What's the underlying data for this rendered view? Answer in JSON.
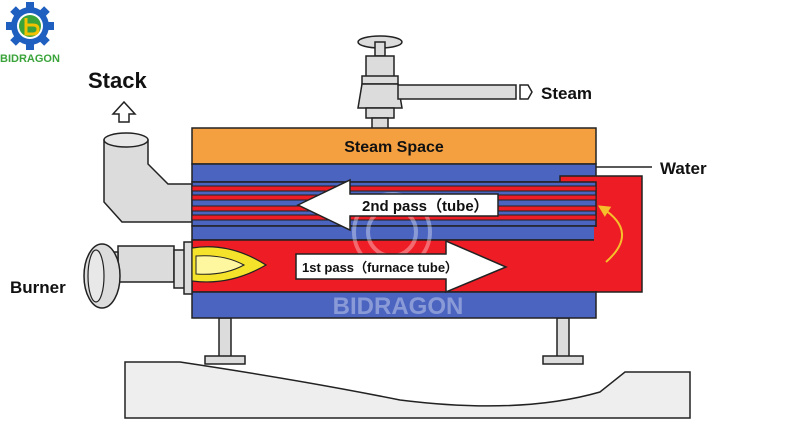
{
  "brand": {
    "name": "BIDRAGON",
    "watermark": "BIDRAGON",
    "logo_icon": "gear-with-b-icon"
  },
  "labels": {
    "stack": "Stack",
    "steam": "Steam",
    "steam_space": "Steam Space",
    "water": "Water",
    "burner": "Burner",
    "second_pass": "2nd pass（tube）",
    "first_pass": "1st pass（furnace tube）"
  },
  "colors": {
    "steam_space": "#f5a040",
    "water_band": "#4a64c0",
    "fire_zone": "#ee1c25",
    "flame_outer": "#f5e22a",
    "flame_inner": "#fff6a0",
    "pipe_grey": "#dcdcdc",
    "ground": "#eeeeee",
    "logo_gear": "#1f5fbf",
    "logo_green": "#3aa33a",
    "logo_yellow": "#f2c200"
  }
}
